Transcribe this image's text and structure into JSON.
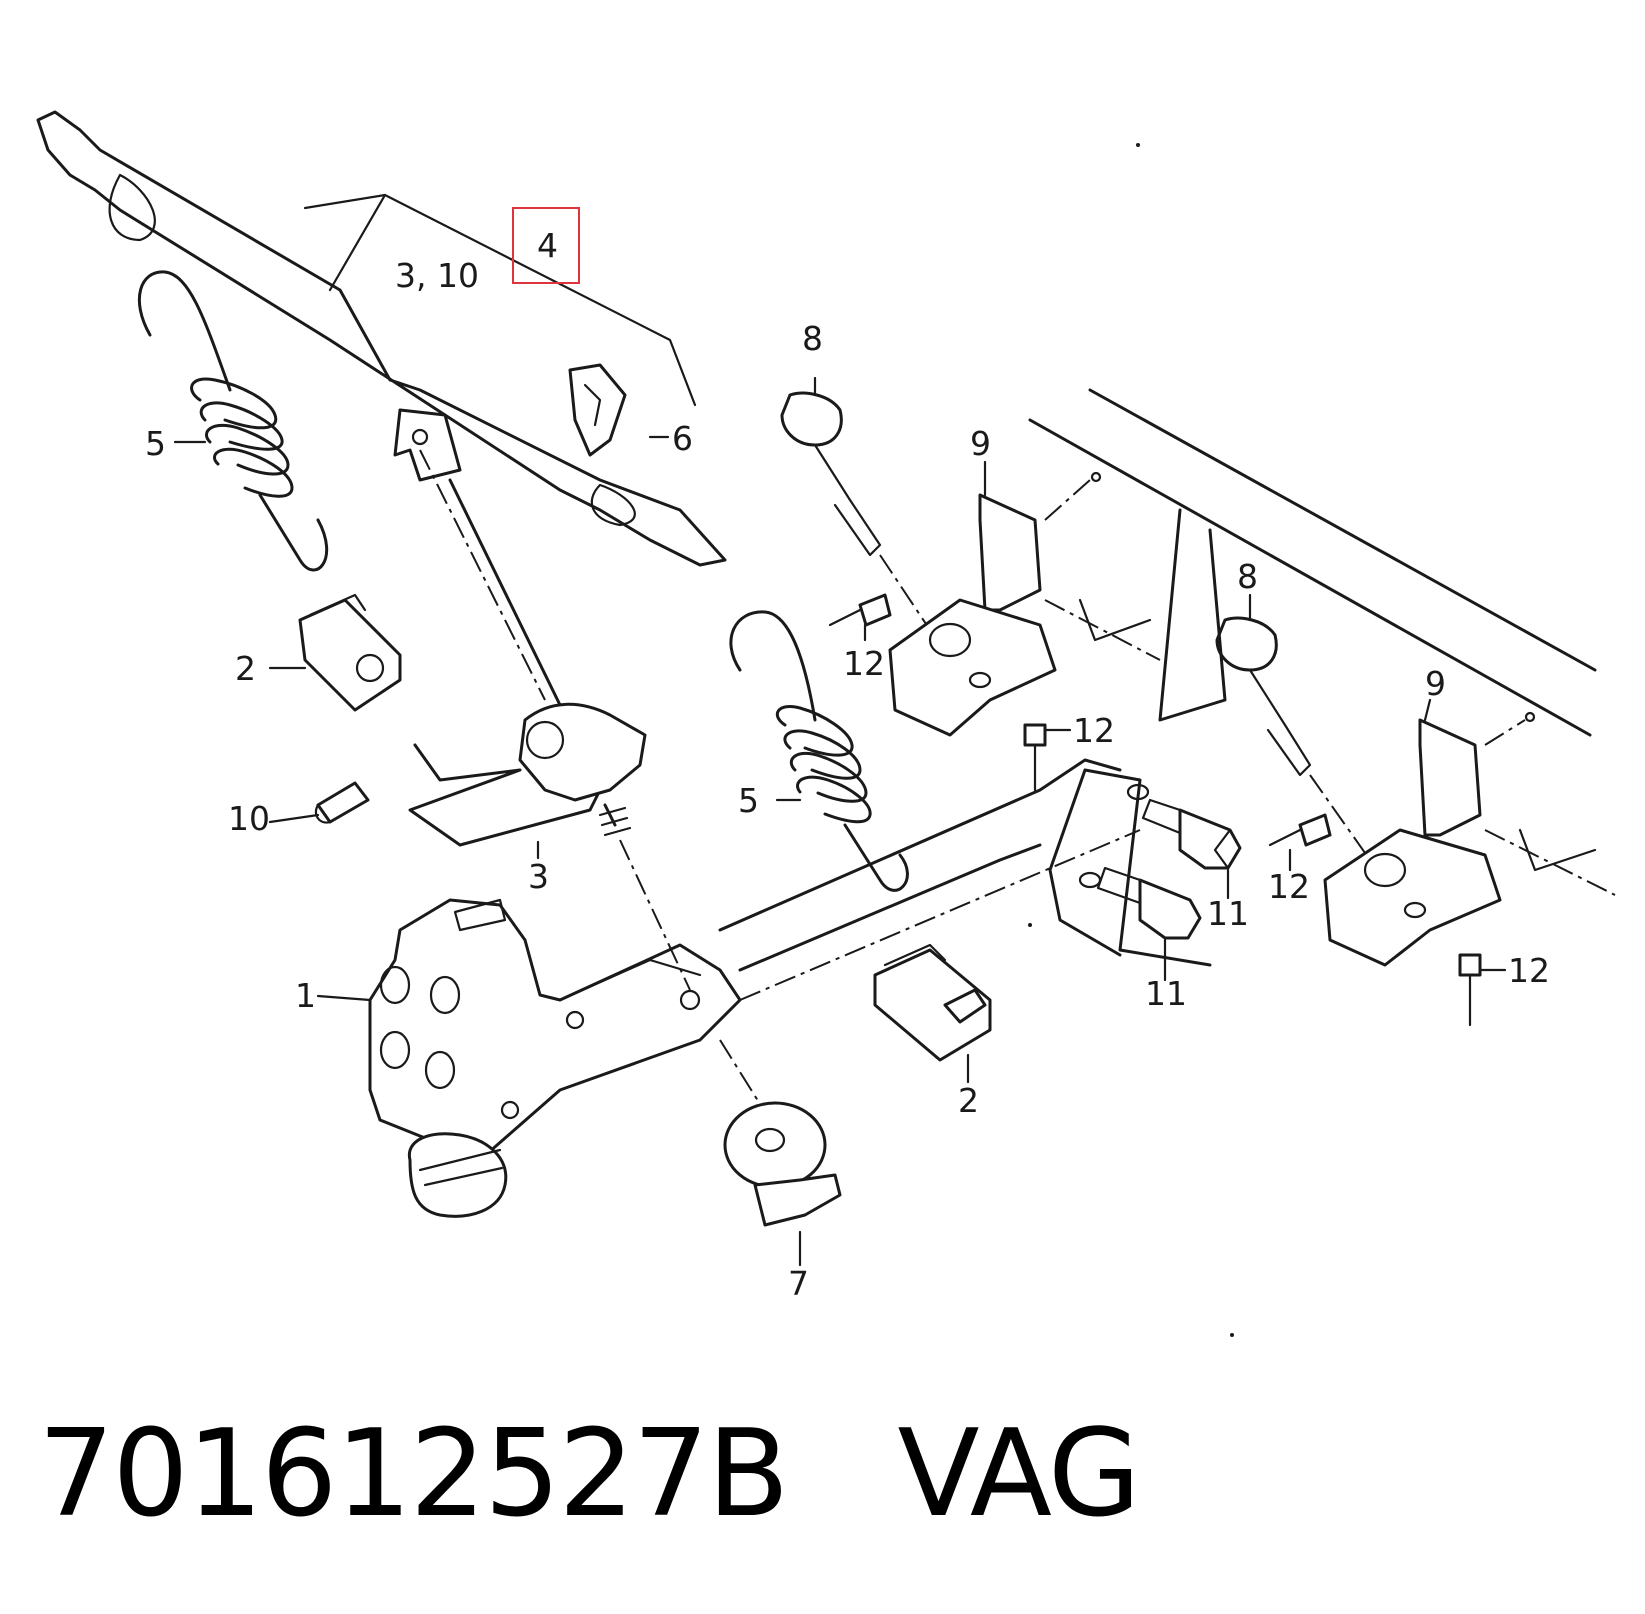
{
  "diagram": {
    "labels": {
      "l1": "1",
      "l2a": "2",
      "l2b": "2",
      "l3": "3",
      "l3_10": "3, 10",
      "l4": "4",
      "l5a": "5",
      "l5b": "5",
      "l6": "6",
      "l7": "7",
      "l8a": "8",
      "l8b": "8",
      "l9a": "9",
      "l9b": "9",
      "l10": "10",
      "l11a": "11",
      "l11b": "11",
      "l12a": "12",
      "l12b": "12",
      "l12c": "12",
      "l12d": "12"
    },
    "highlight_color": "#e0343c"
  },
  "caption": {
    "part_number": "701612527B",
    "brand": "VAG"
  }
}
